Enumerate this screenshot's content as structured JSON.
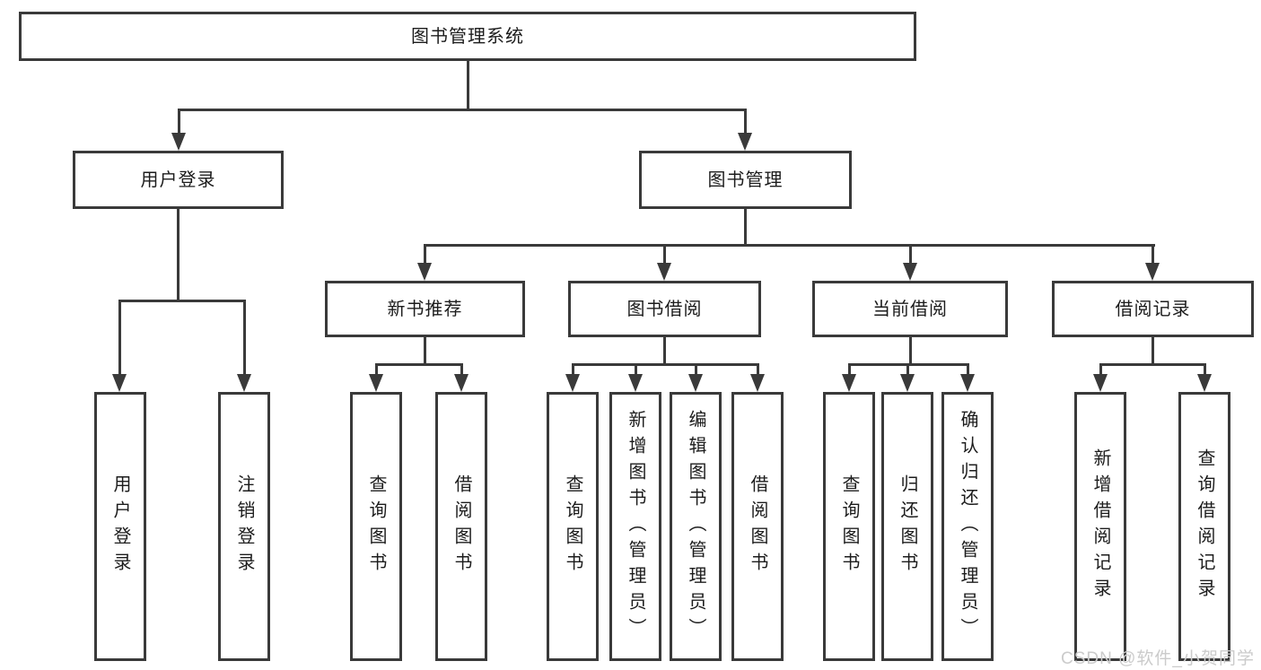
{
  "colors": {
    "line": "#3a3a3a",
    "box_border": "#3a3a3a",
    "text": "#1c1c1c",
    "background": "#ffffff",
    "watermark": "#cbcbcb"
  },
  "watermark": {
    "text": "CSDN @软件_小贺同学"
  },
  "tree": {
    "root": {
      "label": "图书管理系统"
    },
    "branches": [
      {
        "label": "用户登录",
        "leaves": [
          "用户登录",
          "注销登录"
        ]
      },
      {
        "label": "图书管理",
        "groups": [
          {
            "label": "新书推荐",
            "leaves": [
              "查询图书",
              "借阅图书"
            ]
          },
          {
            "label": "图书借阅",
            "leaves": [
              "查询图书",
              "新增图书（管理员）",
              "编辑图书（管理员）",
              "借阅图书"
            ]
          },
          {
            "label": "当前借阅",
            "leaves": [
              "查询图书",
              "归还图书",
              "确认归还（管理员）"
            ]
          },
          {
            "label": "借阅记录",
            "leaves": [
              "新增借阅记录",
              "查询借阅记录"
            ]
          }
        ]
      }
    ]
  }
}
